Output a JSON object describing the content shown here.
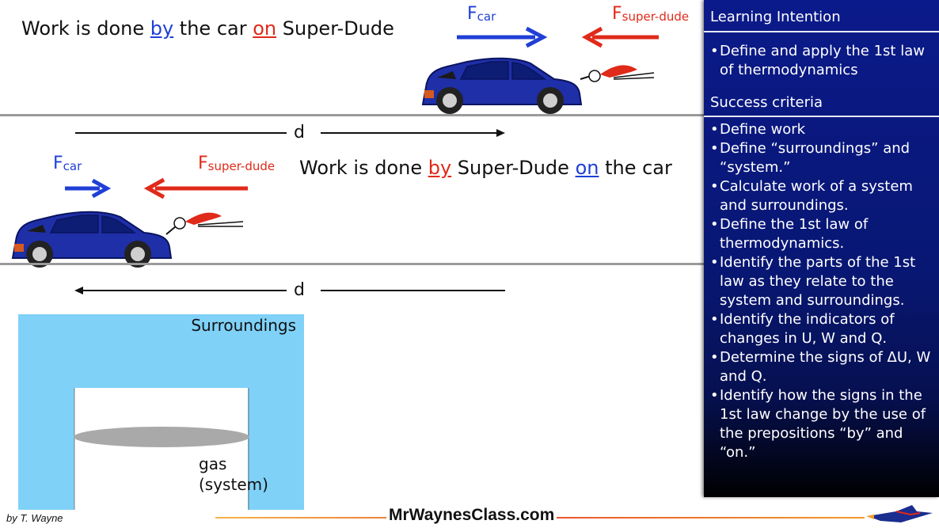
{
  "top": {
    "statement_prefix": "Work is done ",
    "statement_by": "by",
    "statement_mid": " the car ",
    "statement_on": "on",
    "statement_suffix": " Super-Dude",
    "f_car_main": "F",
    "f_car_sub": "car",
    "f_sd_main": "F",
    "f_sd_sub": "super-dude",
    "distance_label": "d"
  },
  "middle": {
    "statement_prefix": "Work is done ",
    "statement_by": "by",
    "statement_mid": " Super-Dude ",
    "statement_on": "on",
    "statement_suffix": " the car",
    "f_car_main": "F",
    "f_car_sub": "car",
    "f_sd_main": "F",
    "f_sd_sub": "super-dude",
    "distance_label": "d"
  },
  "diagram": {
    "surroundings_label": "Surroundings",
    "gas_label_line1": "gas",
    "gas_label_line2": "(system)"
  },
  "panel": {
    "learning_intention_title": "Learning Intention",
    "learning_intention_items": [
      "Define and apply the 1st law of thermodynamics"
    ],
    "success_criteria_title": "Success criteria",
    "success_criteria_items": [
      "Define work",
      "Define “surroundings” and “system.”",
      "Calculate work of a system and surroundings.",
      "Define the 1st law of thermodynamics.",
      "Identify the parts of the 1st law as they relate to the system and surroundings.",
      "Identify the indicators of changes in U, W and Q.",
      "Determine the signs of ΔU, W and Q.",
      "Identify how the signs in the 1st law change by the use of the prepositions “by” and “on.”"
    ]
  },
  "footer": {
    "site": "MrWaynesClass.com",
    "author": "by T. Wayne"
  },
  "colors": {
    "force_car": "#1f3fd6",
    "force_superdude": "#e02a1a",
    "panel_bg": "#0b1a8a",
    "surroundings": "#7fd1f7"
  }
}
